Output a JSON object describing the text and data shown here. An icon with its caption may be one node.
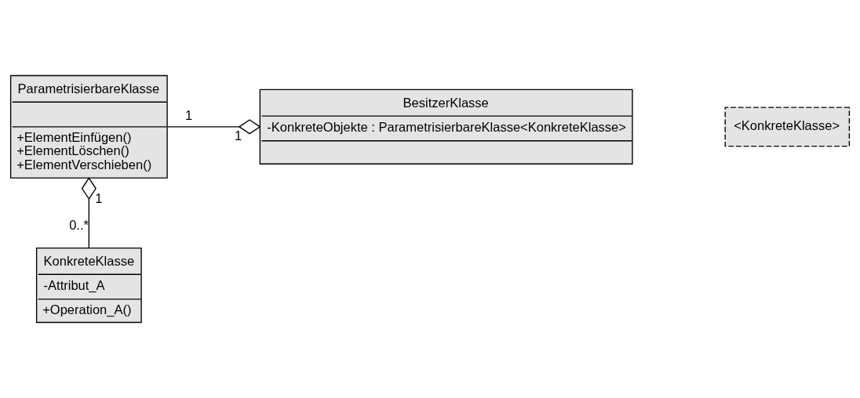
{
  "diagram": {
    "nodes": [
      {
        "text": [
          "ParametrisierbareKlasse",
          "+ElementEinfügen()",
          "+ElementLöschen()",
          "+ElementVerschieben()"
        ]
      },
      {
        "text": [
          "BesitzerKlasse",
          "-KonkreteObjekte : ParametrisierbareKlasse<KonkreteKlasse>"
        ]
      },
      {
        "text": [
          "KonkreteKlasse",
          "-Attribut_A",
          "+Operation_A()"
        ]
      },
      {
        "text": [
          "<KonkreteKlasse>"
        ]
      }
    ],
    "edges": [
      {
        "from": 0,
        "to": 1,
        "arrow": "other"
      },
      {
        "from": 2,
        "to": 0,
        "arrow": "other"
      }
    ],
    "labels": [
      "1",
      "1",
      "1",
      "0..*"
    ]
  }
}
